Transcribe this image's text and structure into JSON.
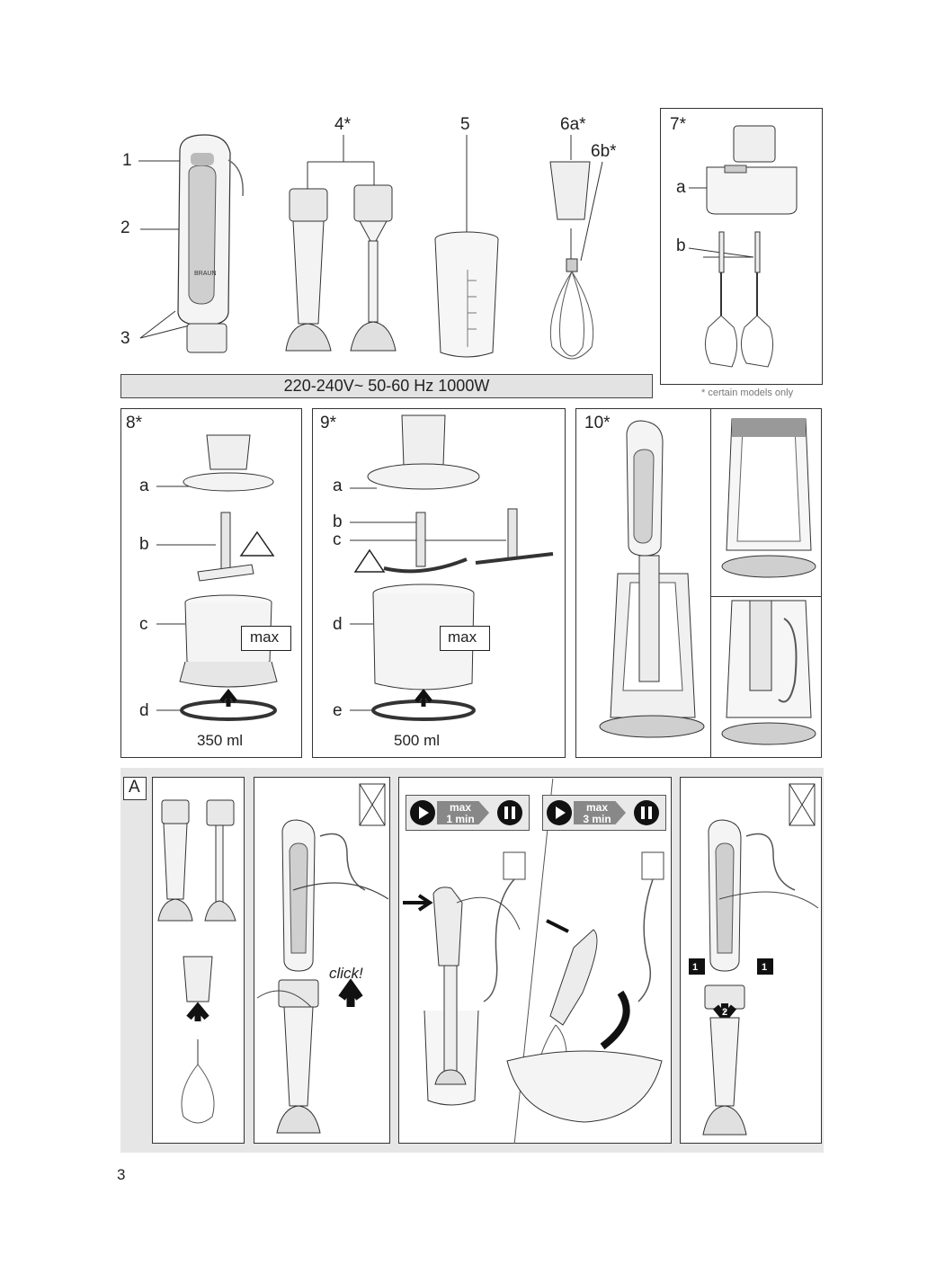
{
  "top_labels": {
    "l1": "1",
    "l2": "2",
    "l3": "3",
    "l4": "4*",
    "l5": "5",
    "l6a": "6a*",
    "l6b": "6b*",
    "l7": "7*",
    "l7a": "a",
    "l7b": "b"
  },
  "spec": "220-240V~  50-60 Hz  1000W",
  "note": "* certain models only",
  "box8": {
    "title": "8*",
    "a": "a",
    "b": "b",
    "c": "c",
    "d": "d",
    "max": "max",
    "capacity": "350 ml"
  },
  "box9": {
    "title": "9*",
    "a": "a",
    "b": "b",
    "c": "c",
    "d": "d",
    "e": "e",
    "max": "max",
    "capacity": "500 ml"
  },
  "box10": {
    "title": "10*"
  },
  "sectionA": {
    "letter": "A",
    "click": "click!",
    "timer1": {
      "max": "max",
      "time": "1 min"
    },
    "timer2": {
      "max": "max",
      "time": "3 min"
    },
    "step1": "1",
    "step2": "2"
  },
  "page_number": "3",
  "brand": "BRAUN"
}
